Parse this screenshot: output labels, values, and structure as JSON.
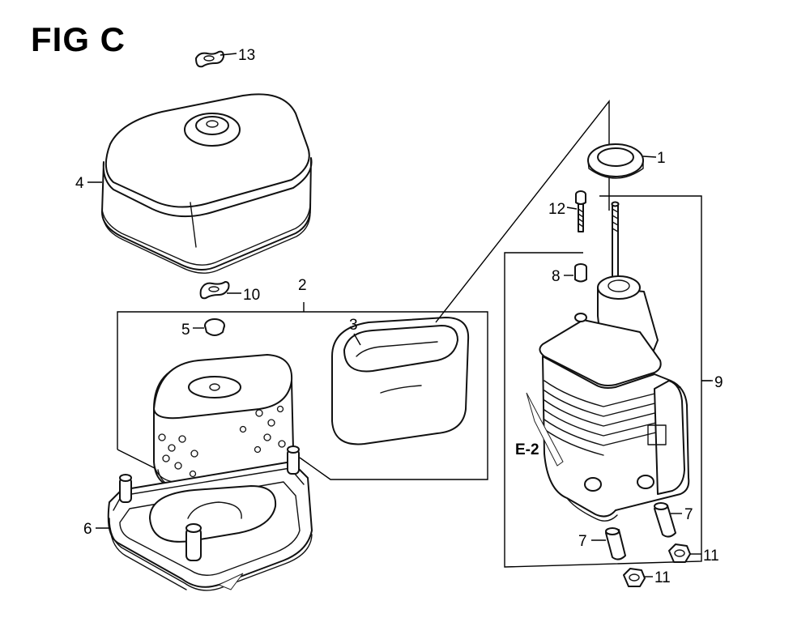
{
  "figure": {
    "title": "FIG C"
  },
  "callouts": [
    {
      "id": "c1",
      "text": "1"
    },
    {
      "id": "c2",
      "text": "2"
    },
    {
      "id": "c3",
      "text": "3"
    },
    {
      "id": "c4",
      "text": "4"
    },
    {
      "id": "c5",
      "text": "5"
    },
    {
      "id": "c6",
      "text": "6"
    },
    {
      "id": "c7a",
      "text": "7"
    },
    {
      "id": "c7b",
      "text": "7"
    },
    {
      "id": "c8",
      "text": "8"
    },
    {
      "id": "c9",
      "text": "9"
    },
    {
      "id": "c10",
      "text": "10"
    },
    {
      "id": "c11a",
      "text": "11"
    },
    {
      "id": "c11b",
      "text": "11"
    },
    {
      "id": "c12",
      "text": "12"
    },
    {
      "id": "c13",
      "text": "13"
    }
  ],
  "reference": {
    "text": "E-2"
  }
}
